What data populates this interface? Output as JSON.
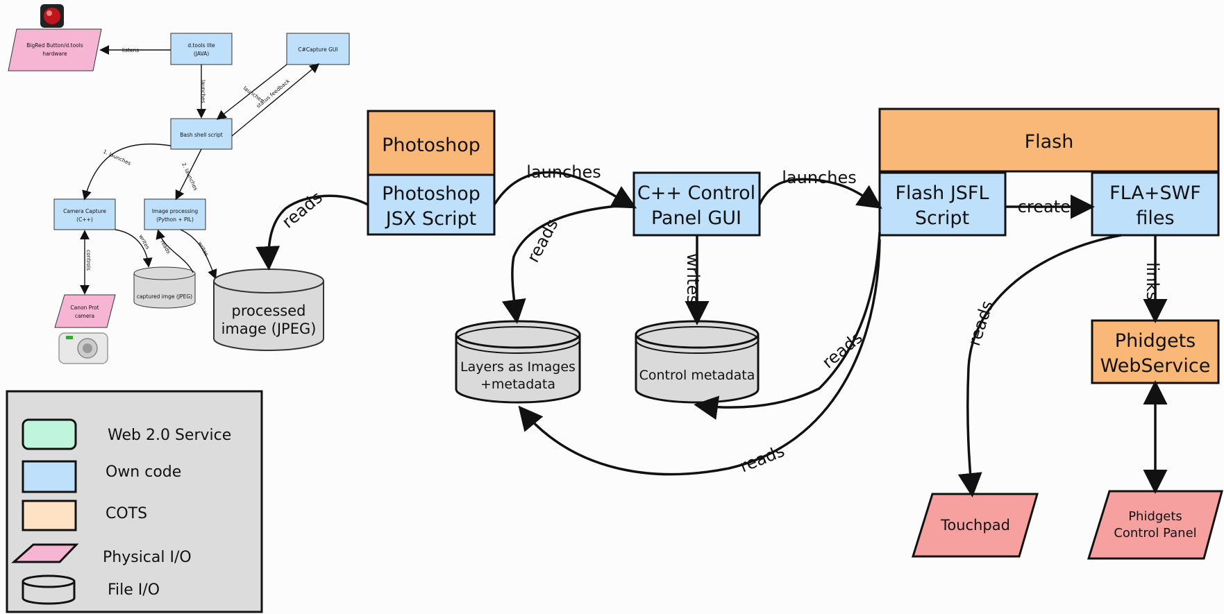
{
  "colors": {
    "own_code": "#bfe0fb",
    "cots": "#f9b877",
    "cots_legend": "#fde2c4",
    "physical": "#f7b5d4",
    "physical_large": "#f6a0a0",
    "web": "#bff5dc",
    "file": "#dadada",
    "legend_bg": "#dcdcdc",
    "stroke": "#111111"
  },
  "nodes": {
    "photoshop": "Photoshop",
    "photoshop_jsx": [
      "Photoshop",
      "JSX Script"
    ],
    "cpp_control": [
      "C++ Control",
      "Panel GUI"
    ],
    "flash": "Flash",
    "flash_jsfl": [
      "Flash JSFL",
      "Script"
    ],
    "fla_swf": [
      "FLA+SWF",
      "files"
    ],
    "phidgets_ws": [
      "Phidgets",
      "WebService"
    ],
    "processed_image": [
      "processed",
      "image (JPEG)"
    ],
    "layers": [
      "Layers as Images",
      "+metadata"
    ],
    "control_metadata": "Control metadata",
    "touchpad": "Touchpad",
    "phidgets_cp": [
      "Phidgets",
      "Control Panel"
    ]
  },
  "edges": {
    "reads_1": "reads",
    "launches_1": "launches",
    "launches_2": "launches",
    "reads_2": "reads",
    "writes": "writes",
    "creates": "creates",
    "links": "links",
    "reads_3": "reads",
    "reads_4": "reads",
    "reads_5": "reads"
  },
  "small_diagram": {
    "big_red_button": [
      "BigRed Button/d.tools",
      "hardware"
    ],
    "dtools_lite": [
      "d.tools lite",
      "(JAVA)"
    ],
    "capture_gui": "C#Capture GUI",
    "bash_script": "Bash shell script",
    "camera_capture": [
      "Camera Capture",
      "(C++)"
    ],
    "image_processing": [
      "Image processing",
      "(Python + PIL)"
    ],
    "captured_image": "captured imge (JPEG)",
    "canon_camera": [
      "Canon Prot",
      "camera"
    ],
    "edges": {
      "listens": "listens",
      "launches": "launches",
      "launches_gui": "launches",
      "status_feedback": "status feedback",
      "one_launches": "1. launches",
      "two_launches": "2. launches",
      "writes_1": "writes",
      "reads": "reads",
      "writes_2": "writes",
      "controls": "controls"
    }
  },
  "legend": {
    "web": "Web 2.0 Service",
    "own_code": "Own code",
    "cots": "COTS",
    "physical": "Physical I/O",
    "file": "File I/O"
  }
}
